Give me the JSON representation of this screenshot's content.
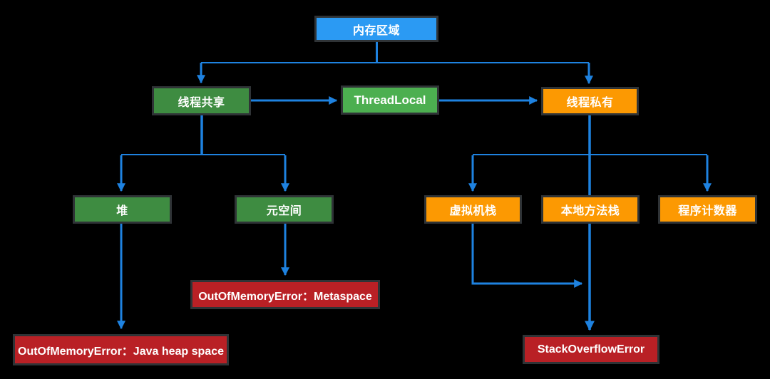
{
  "diagram": {
    "background_color": "#000000",
    "connector_color": "#1e82e0",
    "border_color": "#2f3336",
    "nodes": {
      "memory_area": {
        "label": "内存区域",
        "color": "#2b9af3"
      },
      "thread_shared": {
        "label": "线程共享",
        "color": "#3e8c41"
      },
      "thread_local": {
        "label": "ThreadLocal",
        "color": "#4caf50"
      },
      "thread_private": {
        "label": "线程私有",
        "color": "#fc9902"
      },
      "heap": {
        "label": "堆",
        "color": "#3e8c41"
      },
      "metaspace": {
        "label": "元空间",
        "color": "#3e8c41"
      },
      "vm_stack": {
        "label": "虚拟机栈",
        "color": "#fc9902"
      },
      "native_method_stack": {
        "label": "本地方法栈",
        "color": "#fc9902"
      },
      "program_counter": {
        "label": "程序计数器",
        "color": "#fc9902"
      },
      "oom_metaspace": {
        "label": "OutOfMemoryError：Metaspace",
        "color": "#b92025"
      },
      "oom_heap": {
        "label": "OutOfMemoryError：Java heap space",
        "color": "#b92025"
      },
      "stack_overflow": {
        "label": "StackOverflowError",
        "color": "#b92025"
      }
    },
    "edges": [
      {
        "from": "memory_area",
        "to": "thread_shared"
      },
      {
        "from": "memory_area",
        "to": "thread_private"
      },
      {
        "from": "thread_shared",
        "to": "thread_local"
      },
      {
        "from": "thread_local",
        "to": "thread_private"
      },
      {
        "from": "thread_shared",
        "to": "heap"
      },
      {
        "from": "thread_shared",
        "to": "metaspace"
      },
      {
        "from": "thread_private",
        "to": "vm_stack"
      },
      {
        "from": "thread_private",
        "to": "native_method_stack"
      },
      {
        "from": "thread_private",
        "to": "program_counter"
      },
      {
        "from": "heap",
        "to": "oom_heap"
      },
      {
        "from": "metaspace",
        "to": "oom_metaspace"
      },
      {
        "from": "vm_stack",
        "to": "stack_overflow"
      },
      {
        "from": "native_method_stack",
        "to": "stack_overflow"
      }
    ]
  }
}
